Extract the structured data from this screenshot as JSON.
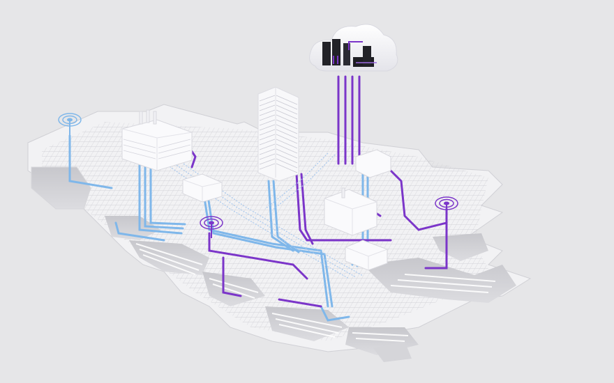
{
  "scene": {
    "kind": "isometric-network-infrastructure-illustration",
    "colors": {
      "background": "#e6e6e8",
      "platform": "#f4f4f6",
      "platform_edge": "#d2d2d6",
      "pit": "#cfcfd3",
      "grid": "#c9c9cf",
      "blue_cable": "#7fb7ea",
      "purple_cable": "#7b35c9",
      "server_black": "#222228"
    },
    "icons": {
      "cloud": "cloud-datacenter-icon",
      "tower": "skyscraper-icon",
      "buildings": "server-building-icon",
      "wifi": "wifi-hotspot-icon"
    },
    "wifi_hotspots": [
      {
        "name": "blue-left",
        "color": "blue"
      },
      {
        "name": "purple-center",
        "color": "purple"
      },
      {
        "name": "purple-right",
        "color": "purple"
      }
    ]
  }
}
